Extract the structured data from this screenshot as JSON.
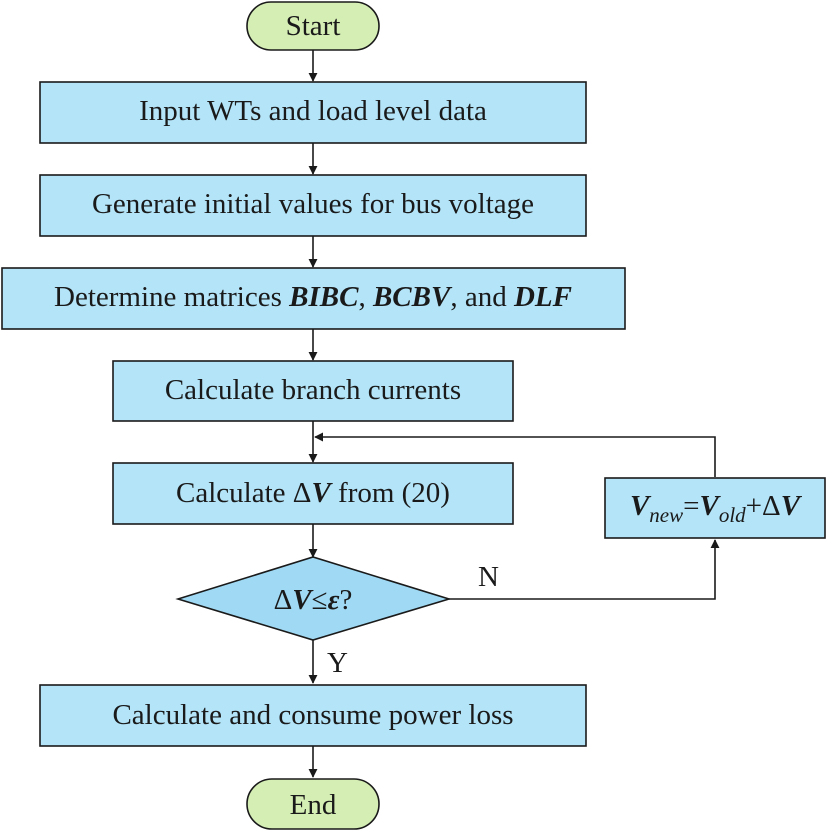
{
  "start": "Start",
  "end": "End",
  "steps": {
    "input": "Input WTs and load level data",
    "init": "Generate initial values for bus voltage",
    "matrices": {
      "prefix": "Determine matrices ",
      "m1": "BIBC",
      "sep1": ", ",
      "m2": "BCBV",
      "sep2": ", and ",
      "m3": "DLF"
    },
    "branch": "Calculate branch currents",
    "deltaV": {
      "prefix": "Calculate ",
      "delta": "Δ",
      "v": "V",
      "suffix": " from (20)"
    },
    "final": "Calculate and consume power loss"
  },
  "decision": {
    "delta": "Δ",
    "v": "V",
    "le": "≤",
    "eps": "ε",
    "q": "?",
    "yes": "Y",
    "no": "N"
  },
  "update": {
    "v1": "V",
    "sub1": "new",
    "eq": "=",
    "v2": "V",
    "sub2": "old",
    "plus": "+",
    "delta": "Δ",
    "v3": "V"
  },
  "colors": {
    "terminal_fill": "#d5eeb4",
    "process_fill": "#b3e4f8",
    "decision_fill": "#9fd9f3",
    "stroke": "#1a1a1a"
  }
}
